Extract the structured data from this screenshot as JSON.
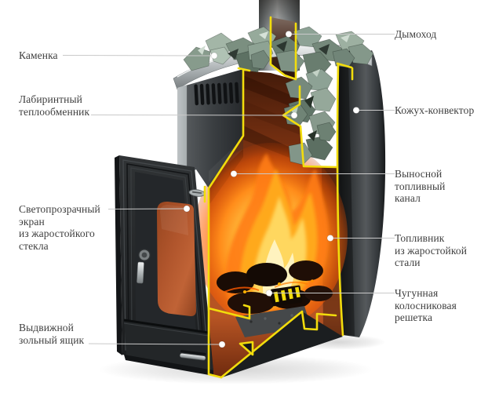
{
  "diagram": {
    "subject": "banya-stove-cutaway-schematic",
    "callouts": {
      "left": [
        {
          "id": "kamenka",
          "label": "Каменка"
        },
        {
          "id": "heat-exchanger",
          "label": "Лабиринтный\nтеплообменник"
        },
        {
          "id": "glass-screen",
          "label": "Светопрозрачный\nэкран\nиз жаростойкого\nстекла"
        },
        {
          "id": "ash-box",
          "label": "Выдвижной\nзольный ящик"
        }
      ],
      "right": [
        {
          "id": "chimney",
          "label": "Дымоход"
        },
        {
          "id": "convector-casing",
          "label": "Кожух-конвектор"
        },
        {
          "id": "fuel-channel",
          "label": "Выносной\nтопливный\nканал"
        },
        {
          "id": "firebox",
          "label": "Топливник\nиз жаростойкой\nстали"
        },
        {
          "id": "grate",
          "label": "Чугунная\nколосниковая\nрешетка"
        }
      ]
    },
    "colors": {
      "cut_edge_yellow": "#f2dc0c",
      "flame_orange": "#ff9a1e",
      "glass_terracotta": "#b0552c",
      "stone_green_gray": "#8da295",
      "body_dark": "#26292b",
      "steel_silver": "#c6cbcd",
      "label_text": "#3e3e3e",
      "callout_line": "#c9c9c9",
      "callout_dot": "#ffffff"
    }
  }
}
